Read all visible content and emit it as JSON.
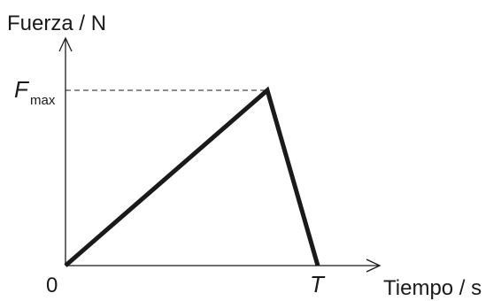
{
  "chart_data": {
    "type": "line",
    "ylabel": "Fuerza / N",
    "xlabel": "Tiempo / s",
    "y_tick_label": "F",
    "y_tick_subscript": "max",
    "origin_label": "0",
    "x_tick_label": "T",
    "reference_line": "dashed line from F_max on the y-axis to the peak",
    "series": [
      {
        "x": [
          0,
          0.8,
          1.0
        ],
        "y": [
          0,
          1.0,
          0
        ]
      }
    ],
    "x_units": "fraction of T",
    "y_units": "fraction of F_max",
    "grid": false,
    "legend": "none",
    "line_color": "#1a1a1a"
  }
}
